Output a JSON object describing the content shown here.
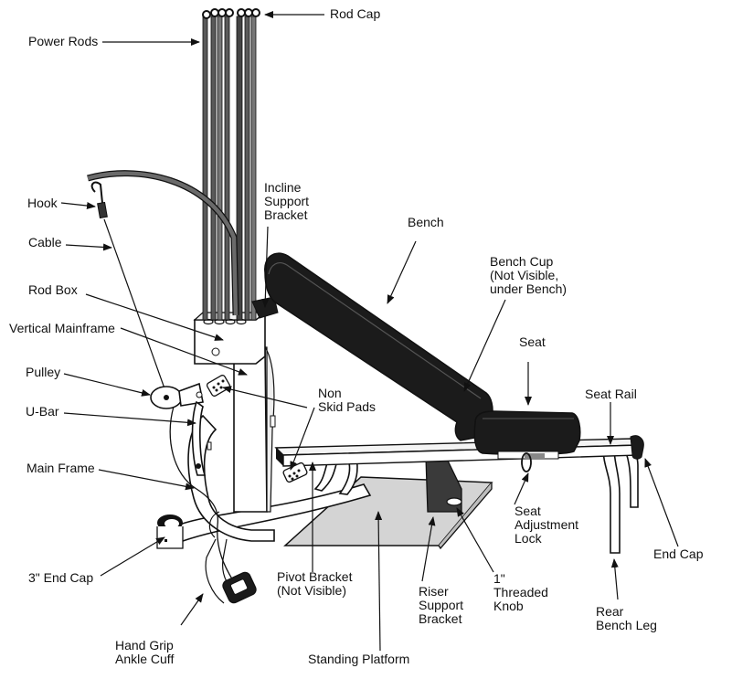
{
  "labels": {
    "rod_cap": "Rod Cap",
    "power_rods": "Power Rods",
    "hook": "Hook",
    "cable": "Cable",
    "rod_box": "Rod Box",
    "vertical_mainframe": "Vertical Mainframe",
    "pulley": "Pulley",
    "u_bar": "U-Bar",
    "main_frame": "Main Frame",
    "end_cap_3in": "3\" End Cap",
    "hand_grip": [
      "Hand Grip",
      "Ankle Cuff"
    ],
    "incline_support_bracket": [
      "Incline",
      "Support",
      "Bracket"
    ],
    "bench": "Bench",
    "bench_cup": [
      "Bench Cup",
      "(Not Visible,",
      "under Bench)"
    ],
    "seat": "Seat",
    "seat_rail": "Seat Rail",
    "non_skid_pads": [
      "Non",
      "Skid Pads"
    ],
    "pivot_bracket": [
      "Pivot Bracket",
      "(Not Visible)"
    ],
    "seat_adjustment_lock": [
      "Seat",
      "Adjustment",
      "Lock"
    ],
    "riser_support_bracket": [
      "Riser",
      "Support",
      "Bracket"
    ],
    "threaded_knob": [
      "1\"",
      "Threaded",
      "Knob"
    ],
    "end_cap": "End Cap",
    "rear_bench_leg": [
      "Rear",
      "Bench Leg"
    ],
    "standing_platform": "Standing Platform"
  },
  "colors": {
    "ink": "#111111",
    "rod_gray": "#5a5a5a",
    "platform_gray": "#d4d4d4",
    "pad_black": "#1b1b1b"
  }
}
